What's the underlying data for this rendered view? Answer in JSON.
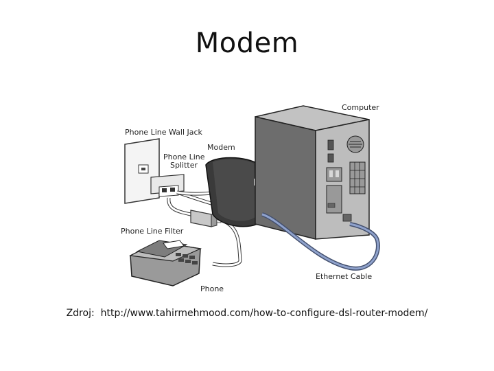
{
  "slide": {
    "title": "Modem",
    "source_prefix": "Zdroj:",
    "source_url": "http://www.tahirmehmood.com/how-to-configure-dsl-router-modem/"
  },
  "diagram": {
    "labels": {
      "computer": "Computer",
      "wall_jack": "Phone Line Wall Jack",
      "modem": "Modem",
      "splitter": "Phone Line Splitter",
      "filter": "Phone Line Filter",
      "phone": "Phone",
      "ethernet": "Ethernet Cable"
    }
  }
}
